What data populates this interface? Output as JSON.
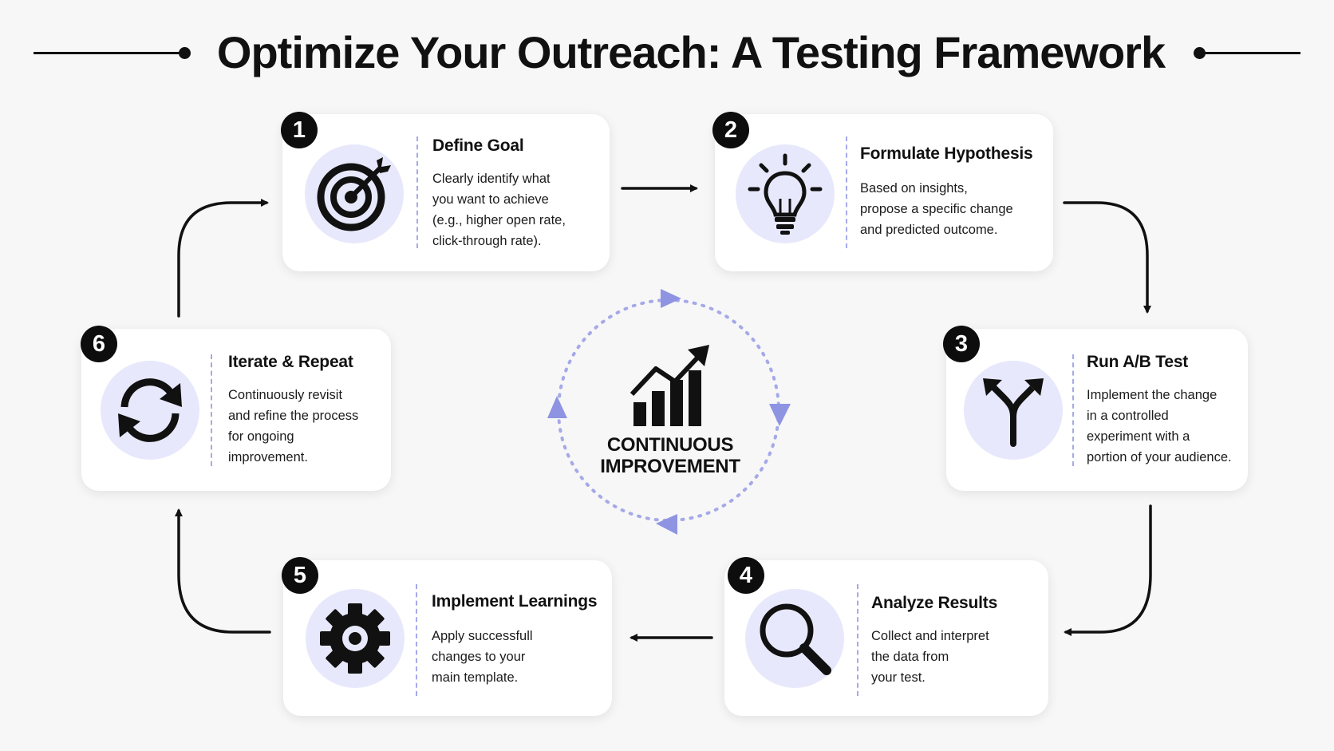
{
  "title": "Optimize Your Outreach: A Testing Framework",
  "center": {
    "line1": "CONTINUOUS",
    "line2": "IMPROVEMENT"
  },
  "accent_color": "#a5a9e8",
  "icon_bg_color": "#e7e8fb",
  "steps": [
    {
      "number": "1",
      "title": "Define Goal",
      "description": "Clearly identify what\nyou want to achieve\n(e.g., higher open rate,\nclick-through rate).",
      "icon": "target-icon"
    },
    {
      "number": "2",
      "title": "Formulate Hypothesis",
      "description": "Based on insights,\npropose a specific change\nand predicted outcome.",
      "icon": "lightbulb-icon"
    },
    {
      "number": "3",
      "title": "Run A/B Test",
      "description": "Implement the change\nin a controlled\nexperiment with a\nportion of your audience.",
      "icon": "split-arrow-icon"
    },
    {
      "number": "4",
      "title": "Analyze Results",
      "description": "Collect and interpret\nthe data from\nyour test.",
      "icon": "magnifier-icon"
    },
    {
      "number": "5",
      "title": "Implement Learnings",
      "description": "Apply successfull\nchanges to your\nmain template.",
      "icon": "gear-icon"
    },
    {
      "number": "6",
      "title": "Iterate & Repeat",
      "description": "Continuously revisit\nand refine the process\nfor ongoing\nimprovement.",
      "icon": "refresh-icon"
    }
  ]
}
